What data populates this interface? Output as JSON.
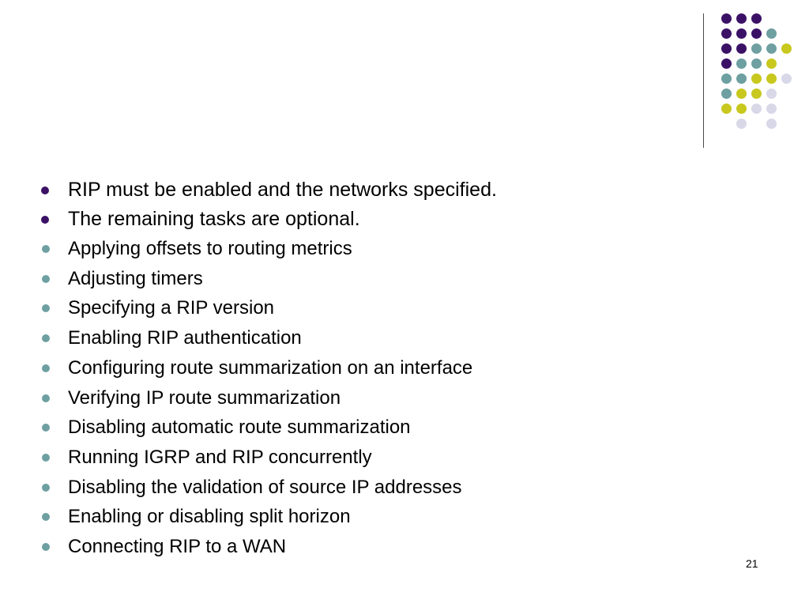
{
  "slide": {
    "bullets": [
      {
        "text": "RIP must be enabled and the networks specified.",
        "children": []
      },
      {
        "text": "The remaining tasks are optional.",
        "children": [
          "Applying offsets to routing metrics",
          "Adjusting timers",
          "Specifying a RIP version",
          "Enabling RIP authentication",
          "Configuring route summarization on an interface",
          "Verifying IP route summarization",
          "Disabling automatic route summarization",
          "Running IGRP and RIP concurrently",
          "Disabling the validation of source IP addresses",
          "Enabling or disabling split horizon",
          "Connecting RIP to a WAN"
        ]
      }
    ],
    "page_number": "21"
  },
  "theme": {
    "bullet_level1_color": "#3b1166",
    "bullet_level2_color": "#6e9fa1",
    "dot_colors": {
      "purple": "#3b1166",
      "teal": "#6e9fa1",
      "yellow": "#c8c81e",
      "lavender": "#d8d8e8"
    }
  }
}
